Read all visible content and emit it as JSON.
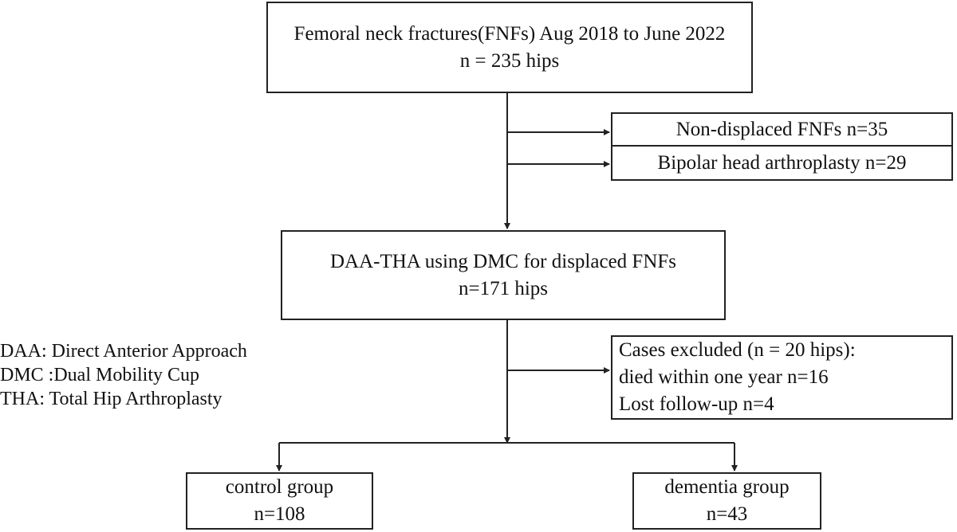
{
  "boxes": {
    "fnf": {
      "line1": "Femoral neck fractures(FNFs)  Aug 2018 to June 2022",
      "line2": "n = 235 hips"
    },
    "nondisplaced": {
      "line1": "Non-displaced FNFs  n=35"
    },
    "bipolar": {
      "line1": "Bipolar head arthroplasty n=29"
    },
    "daa": {
      "line1": "DAA-THA using DMC for displaced FNFs",
      "line2": "n=171 hips"
    },
    "excluded": {
      "line1": "Cases excluded (n = 20 hips):",
      "line2": "died within one year  n=16",
      "line3": "Lost follow-up  n=4"
    },
    "control": {
      "line1": "control group",
      "line2": "n=108"
    },
    "dementia": {
      "line1": "dementia group",
      "line2": "n=43"
    }
  },
  "legend": {
    "daa": "DAA: Direct Anterior Approach",
    "dmc": "DMC :Dual Mobility Cup",
    "tha": "THA: Total Hip Arthroplasty"
  },
  "colors": {
    "stroke": "#222222",
    "text": "#111111",
    "background": "#ffffff"
  }
}
